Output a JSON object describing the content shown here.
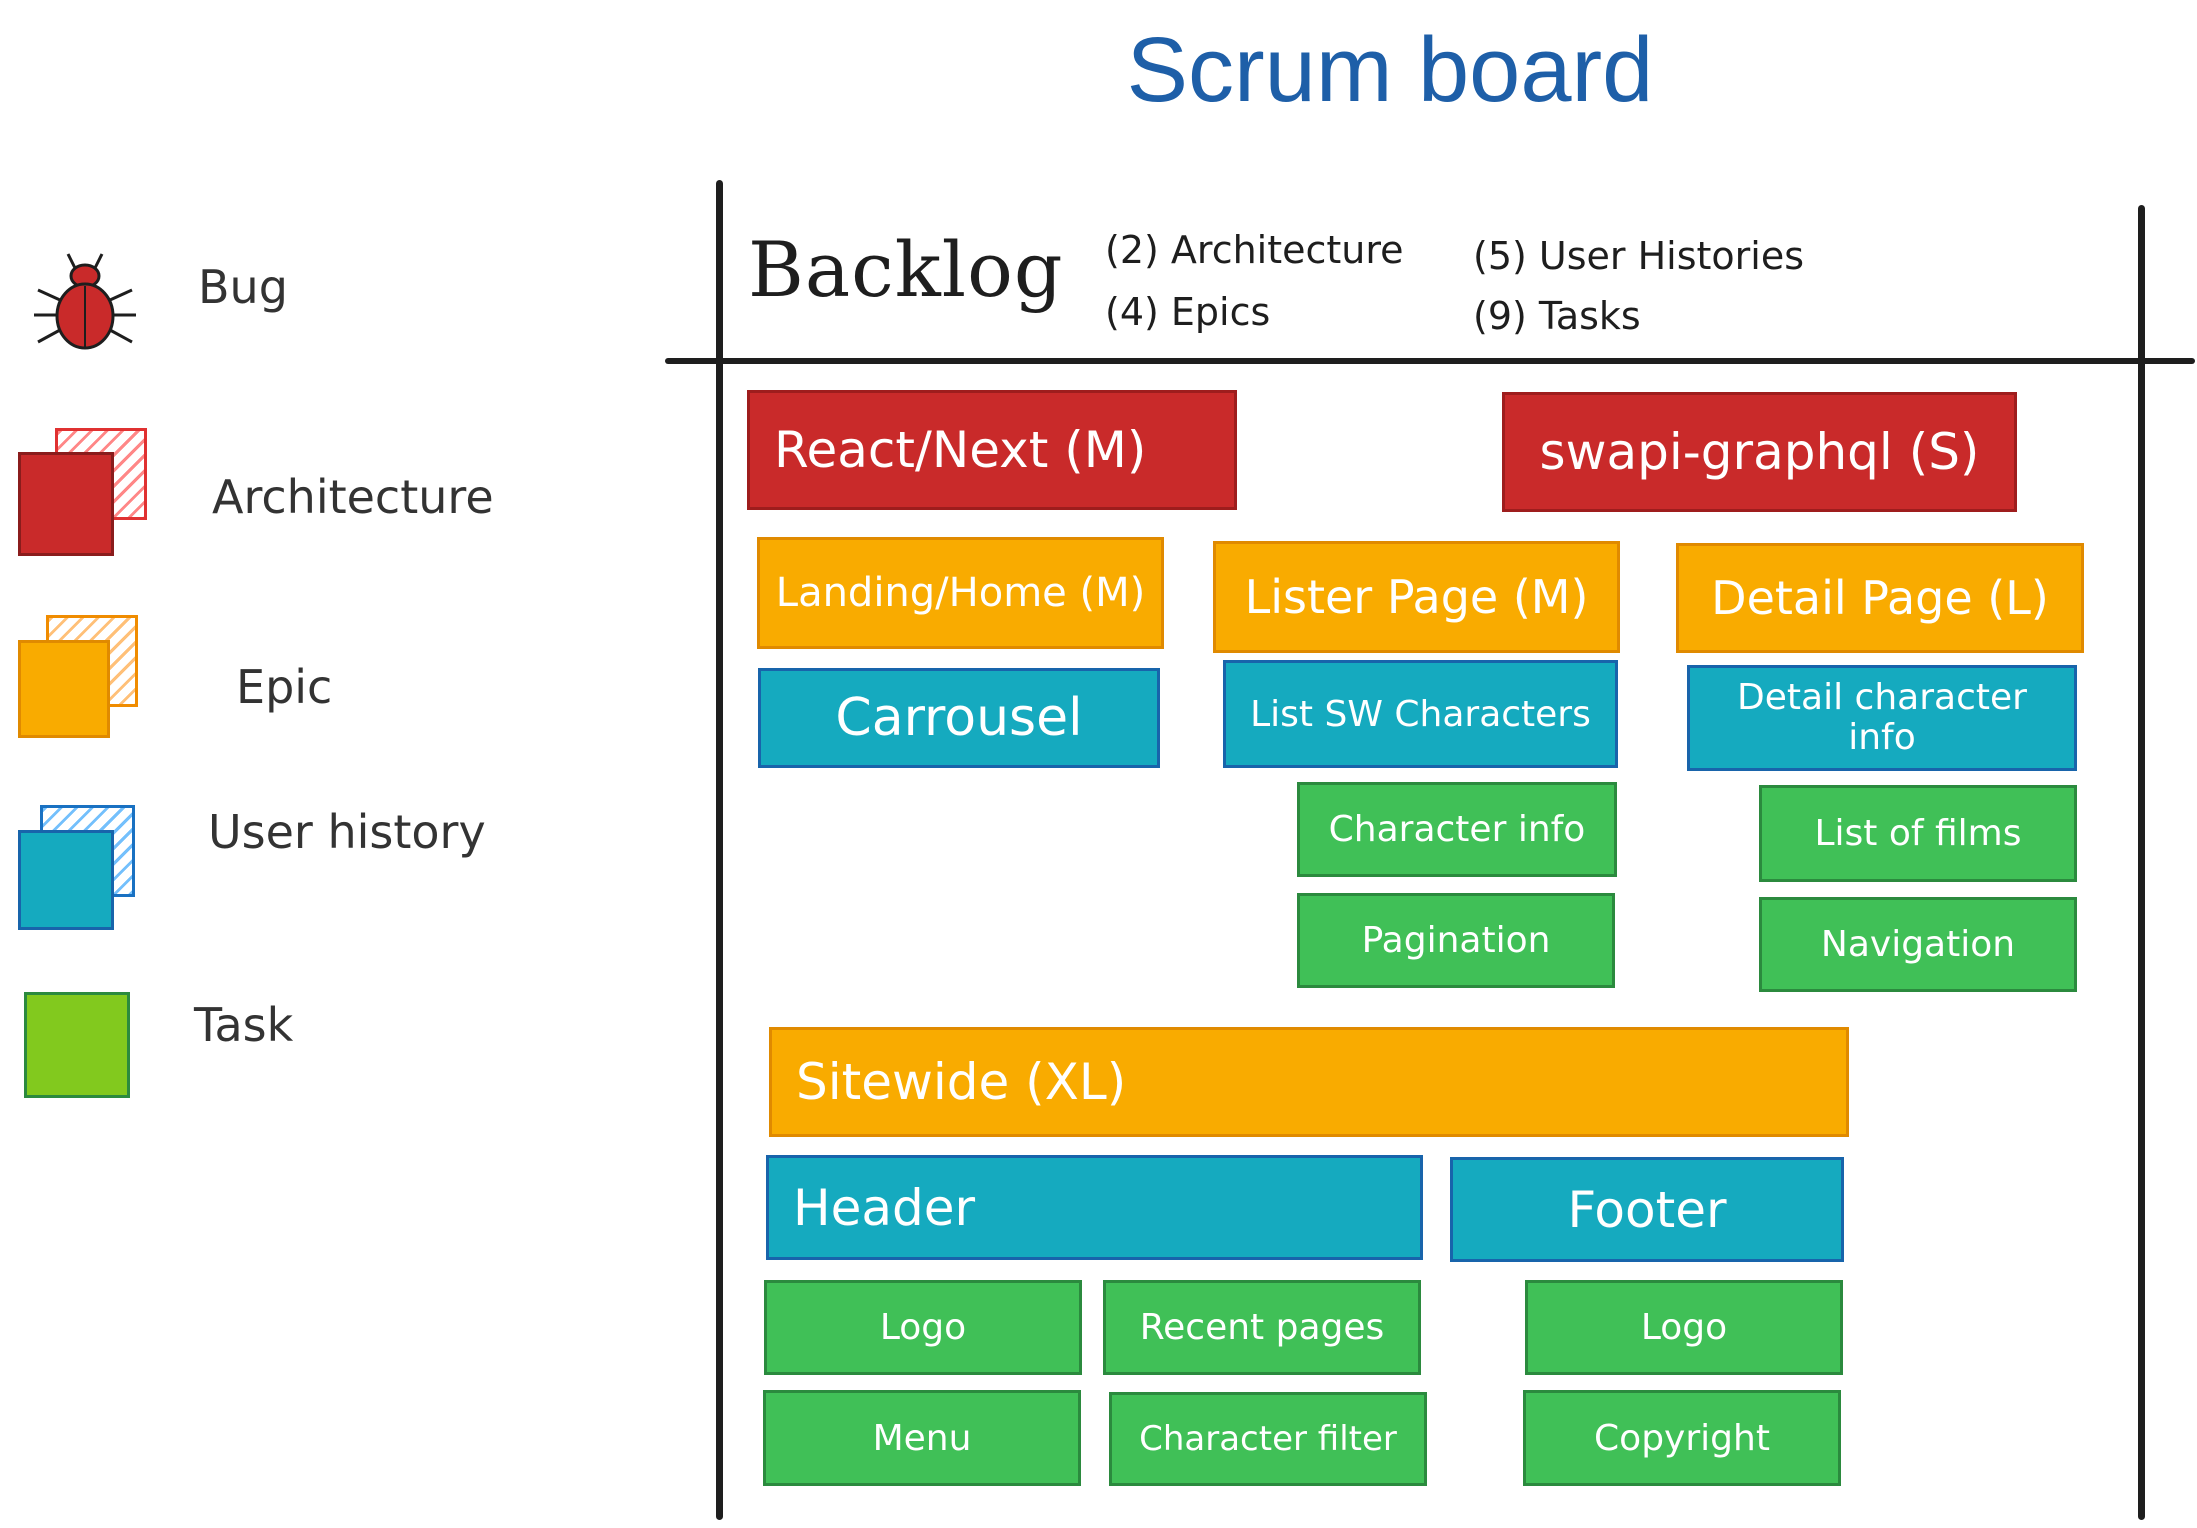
{
  "title": "Scrum board",
  "legend": {
    "bug": "Bug",
    "architecture": "Architecture",
    "epic": "Epic",
    "user_history": "User history",
    "task": "Task"
  },
  "backlog": {
    "heading": "Backlog",
    "counts": {
      "architecture": "(2) Architecture",
      "epics": "(4) Epics",
      "user_histories": "(5) User Histories",
      "tasks": "(9) Tasks"
    }
  },
  "cards": {
    "react_next": "React/Next (M)",
    "swapi_graphql": "swapi-graphql (S)",
    "landing_home": "Landing/Home (M)",
    "lister_page": "Lister Page (M)",
    "detail_page": "Detail Page (L)",
    "carrousel": "Carrousel",
    "list_sw_characters": "List SW Characters",
    "detail_character_info": "Detail character info",
    "character_info": "Character info",
    "pagination": "Pagination",
    "list_of_films": "List of films",
    "navigation": "Navigation",
    "sitewide": "Sitewide (XL)",
    "header": "Header",
    "footer": "Footer",
    "logo_header": "Logo",
    "recent_pages": "Recent pages",
    "logo_footer": "Logo",
    "menu": "Menu",
    "character_filter": "Character filter",
    "copyright": "Copyright"
  },
  "colors": {
    "architecture": "#c92a2a",
    "epic": "#f9ab00",
    "user_history": "#15aabf",
    "task": "#40c057",
    "title": "#1e5fa8"
  }
}
